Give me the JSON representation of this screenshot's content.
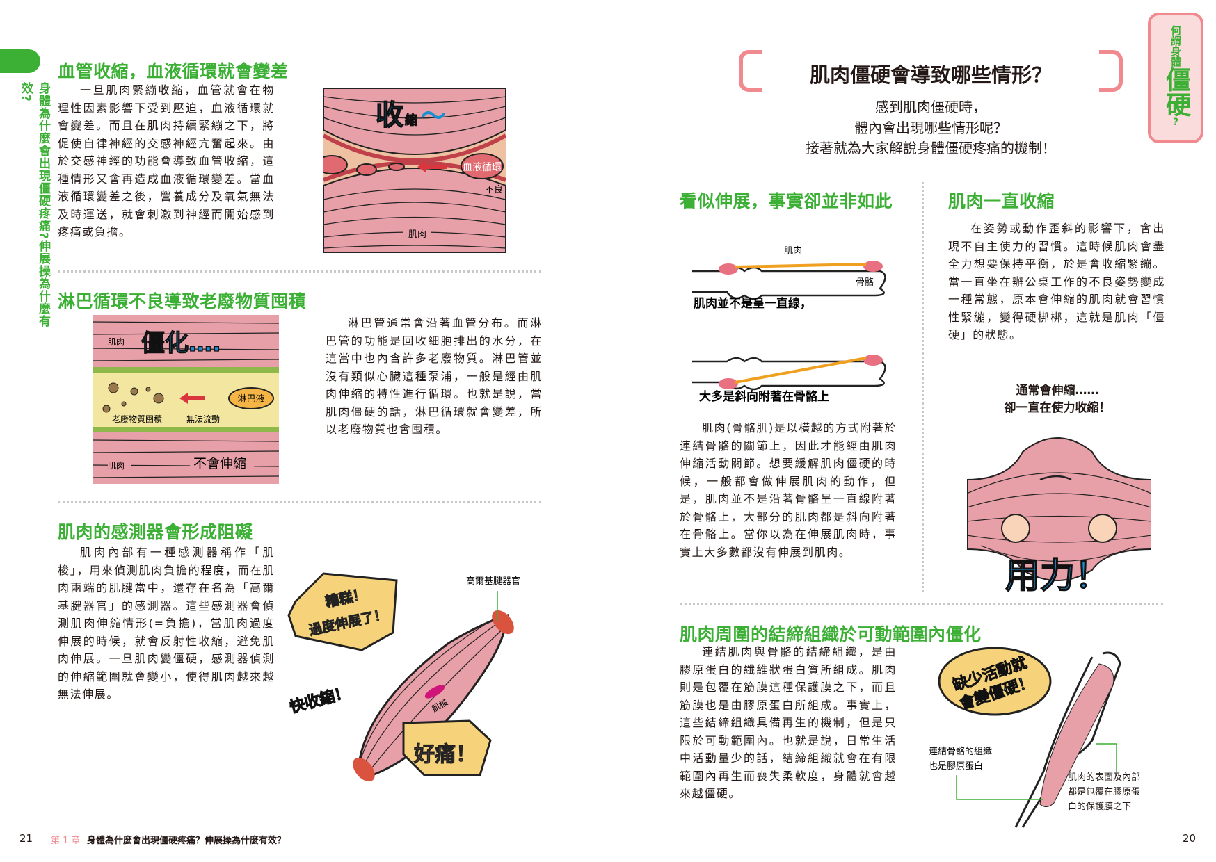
{
  "colors": {
    "green": "#3bb035",
    "pink": "#f08a8f",
    "muscle": "#e8a0a8",
    "blue": "#1b8fd0",
    "yellow": "#f6d37a"
  },
  "left_page": {
    "side_vertical_title": "身體為什麼會出現僵硬疼痛?伸展操為什麼有效?",
    "sections": [
      {
        "heading": "血管收縮，血液循環就會變差",
        "body": "一旦肌肉緊繃收縮，血管就會在物理性因素影響下受到壓迫，血液循環就會變差。而且在肌肉持續緊繃之下，將促使自律神經的交感神經亢奮起來。由於交感神經的功能會導致血管收縮，這種情形又會再造成血液循環變差。當血液循環變差之後，營養成分及氧氣無法及時運送，就會刺激到神經而開始感到疼痛或負擔。",
        "figure": {
          "title_big": "收",
          "title_small": "縮",
          "tilde": "〜",
          "bubble": "血液循環",
          "tag": "不良",
          "muscle": "肌肉"
        }
      },
      {
        "heading": "淋巴循環不良導致老廢物質囤積",
        "body": "淋巴管通常會沿著血管分布。而淋巴管的功能是回收細胞排出的水分，在這當中也內含許多老廢物質。淋巴管並沒有類似心臟這種泵浦，一般是經由肌肉伸縮的特性進行循環。也就是說，當肌肉僵硬的話，淋巴循環就會變差，所以老廢物質也會囤積。",
        "figure": {
          "title": "僵化….",
          "muscle_top": "肌肉",
          "bubble": "淋巴液",
          "waste": "老廢物質囤積",
          "noflow": "無法流動",
          "muscle_bottom": "肌肉",
          "no_stretch": "不會伸縮"
        }
      },
      {
        "heading": "肌肉的感測器會形成阻礙",
        "body": "肌肉內部有一種感測器稱作「肌梭」，用來偵測肌肉負擔的程度，而在肌肉兩端的肌腱當中，還存在名為「高爾基腱器官」的感測器。這些感測器會偵測肌肉伸縮情形(=負擔)，當肌肉過度伸展的時候，就會反射性收縮，避免肌肉伸展。一旦肌肉變僵硬，感測器偵測的伸縮範圍就會變小，使得肌肉越來越無法伸展。",
        "figure": {
          "golgi": "高爾基腱器官",
          "bubble1_line1": "糟糕！",
          "bubble1_line2": "過度伸展了！",
          "shout": "快收縮！",
          "spindle": "肌梭",
          "bubble2": "好痛！"
        }
      }
    ],
    "footer": {
      "page": "21",
      "chapter": "第 1 章",
      "title": "身體為什麼會出現僵硬疼痛？伸展操為什麼有效？"
    }
  },
  "right_page": {
    "side_tab": {
      "small": "何謂身體",
      "big": "僵硬",
      "q": "?"
    },
    "title": "肌肉僵硬會導致哪些情形？",
    "intro": [
      "感到肌肉僵硬時，",
      "體內會出現哪些情形呢？",
      "接著就為大家解說身體僵硬疼痛的機制！"
    ],
    "sections": [
      {
        "heading": "看似伸展，事實卻並非如此",
        "figure": {
          "muscle": "肌肉",
          "bone": "骨骼",
          "caption1": "肌肉並不是呈一直線，",
          "caption2": "大多是斜向附著在骨骼上"
        },
        "body": "肌肉(骨骼肌)是以橫越的方式附著於連結骨骼的關節上，因此才能經由肌肉伸縮活動關節。想要緩解肌肉僵硬的時候，一般都會做伸展肌肉的動作，但是，肌肉並不是沿著骨骼呈一直線附著於骨骼上，大部分的肌肉都是斜向附著在骨骼上。當你以為在伸展肌肉時，事實上大多數都沒有伸展到肌肉。"
      },
      {
        "heading": "肌肉一直收縮",
        "body": "在姿勢或動作歪斜的影響下，會出現不自主使力的習慣。這時候肌肉會盡全力想要保持平衡，於是會收縮緊繃。當一直坐在辦公桌工作的不良姿勢變成一種常態，原本會伸縮的肌肉就會習慣性緊繃，變得硬梆梆，這就是肌肉「僵硬」的狀態。",
        "figure": {
          "caption": [
            "通常會伸縮……",
            "卻一直在使力收縮！"
          ],
          "shout": "用力！"
        }
      },
      {
        "heading": "肌肉周圍的結締組織於可動範圍內僵化",
        "body": "連結肌肉與骨骼的結締組織，是由膠原蛋白的纖維狀蛋白質所組成。肌肉則是包覆在筋膜這種保護膜之下，而且筋膜也是由膠原蛋白所組成。事實上，這些結締組織具備再生的機制，但是只限於可動範圍內。也就是說，日常生活中活動量少的話，結締組織就會在有限範圍內再生而喪失柔軟度，身體就會越來越僵硬。",
        "figure": {
          "bubble_line1": "缺少活動就",
          "bubble_line2": "會變僵硬！",
          "label1": [
            "連結骨骼的組織",
            "也是膠原蛋白"
          ],
          "label2": [
            "肌肉的表面及內部",
            "都是包覆在膠原蛋",
            "白的保護膜之下"
          ]
        }
      }
    ],
    "footer": {
      "page": "20"
    }
  }
}
